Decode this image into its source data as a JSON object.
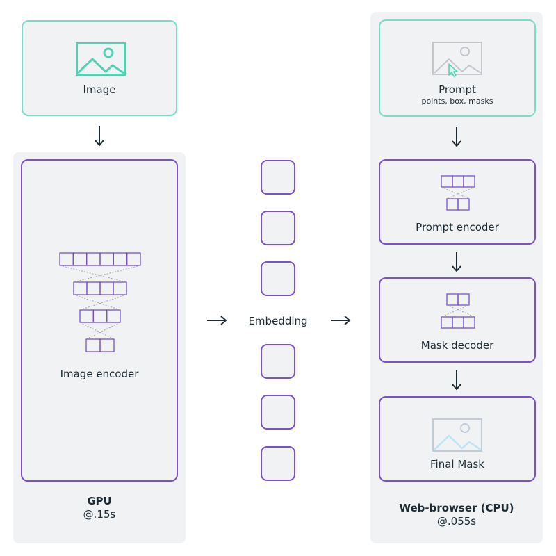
{
  "image_input": {
    "label": "Image",
    "icon": "image-icon"
  },
  "gpu_panel": {
    "encoder_label": "Image encoder",
    "device": "GPU",
    "timing": "@.15s"
  },
  "embedding": {
    "label": "Embedding",
    "cell_count": 6
  },
  "browser_panel": {
    "prompt_label": "Prompt",
    "prompt_sublabel": "points, box, masks",
    "prompt_encoder_label": "Prompt encoder",
    "mask_decoder_label": "Mask decoder",
    "final_mask_label": "Final Mask",
    "device": "Web-browser (CPU)",
    "timing": "@.055s"
  },
  "colors": {
    "teal": "#4fd1b2",
    "teal_border": "#7ddcc7",
    "purple": "#7b4fd0",
    "panel_bg": "#f1f2f4",
    "arrow": "#1c2b33"
  }
}
